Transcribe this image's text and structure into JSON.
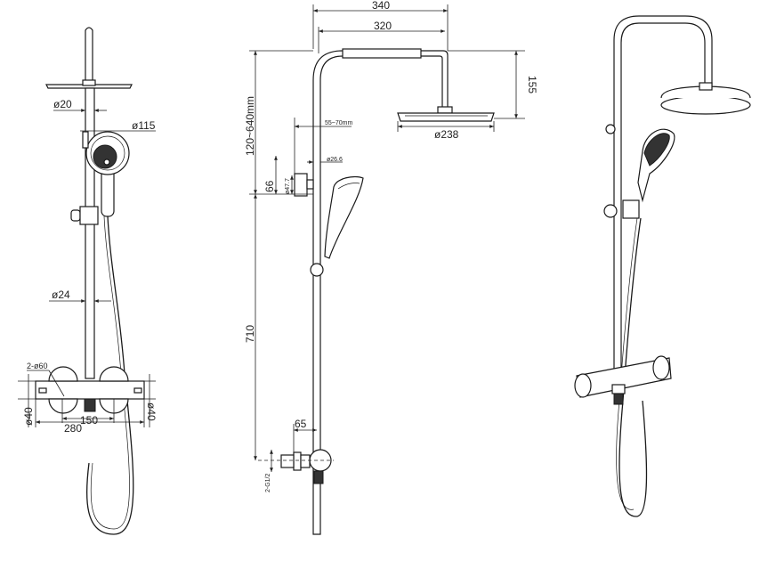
{
  "front_view": {
    "d_arm": "ø20",
    "d_hand_shower": "ø115",
    "d_rail": "ø24",
    "knobs": "2-ø60",
    "d_left_end": "ø40",
    "d_right_end": "ø40",
    "inlet_spacing": "150",
    "mixer_width": "280"
  },
  "side_view": {
    "total_reach": "340",
    "arm_reach": "320",
    "head_drop": "155",
    "d_head": "ø238",
    "height_adjust": "120~640mm",
    "bracket_range": "55~70mm",
    "d_bracket": "ø26.6",
    "bracket_height": "66",
    "d_bracket_base": "ø47.7",
    "rail_height": "710",
    "wall_offset": "65",
    "inlets": "2-G1/2"
  }
}
